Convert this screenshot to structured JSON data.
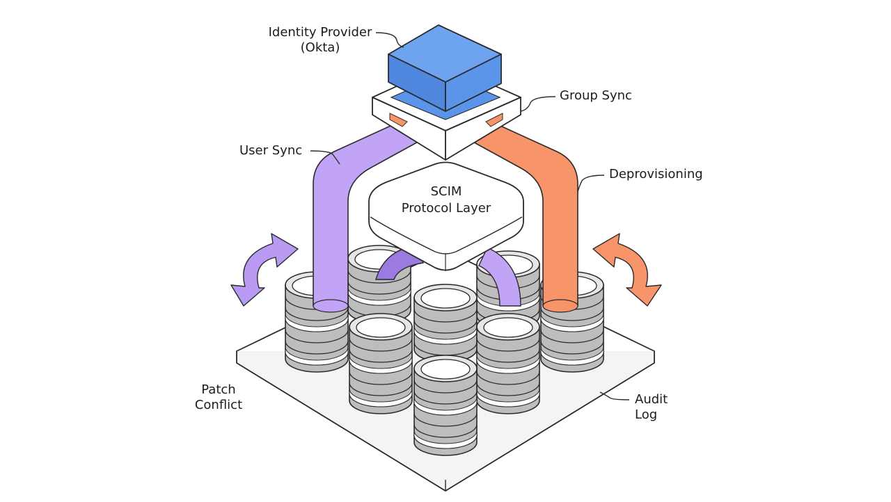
{
  "labels": {
    "identity_provider": [
      "Identity Provider",
      "(Okta)"
    ],
    "group_sync": "Group Sync",
    "user_sync": "User Sync",
    "deprovisioning": "Deprovisioning",
    "scim_layer": [
      "SCIM",
      "Protocol Layer"
    ],
    "patch_conflict": [
      "Patch",
      "Conflict"
    ],
    "audit_log": [
      "Audit",
      "Log"
    ]
  },
  "colors": {
    "identity_top": "#5b95ea",
    "user_sync": "#c2a4f7",
    "user_sync_dark": "#9c7be0",
    "deprovisioning": "#f7946a",
    "disk_grey": "#bdbdbd",
    "outline": "#2a2a2a"
  },
  "icons": {
    "patch_conflict_arrows": "circular-arrows-icon",
    "audit_log_arrows": "circular-arrows-icon"
  }
}
